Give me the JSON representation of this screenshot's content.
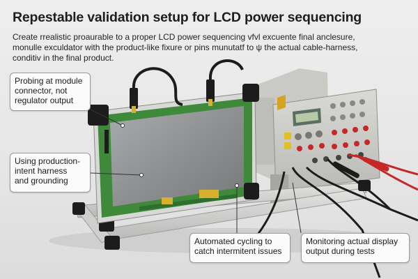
{
  "header": {
    "title": "Repestable validation setup for LCD power sequencing",
    "line1": "Create rrealistic proaurable to a proper LCD power sequencing vfvl excuente final anclesure,",
    "line2": "monulle exculdator with the product-like fixure or pins munutatf to ψ the actual cable-harness,",
    "line3": "conditiv in the final product."
  },
  "callouts": {
    "probing": "Probing at module\nconnector, not\nregulator output",
    "harness": "Using production-\nintent harness\nand grounding",
    "cycling": "Automated cycling to\ncatch intermitent issues",
    "monitoring": "Monitoring actual display\noutput during tests"
  },
  "colors": {
    "pcb_green": "#3e8a3a",
    "panel_gray": "#8e9092",
    "fixture_black": "#1c1c1c",
    "probe_red": "#c62828",
    "lcd_screen": "#b7c9a6"
  }
}
